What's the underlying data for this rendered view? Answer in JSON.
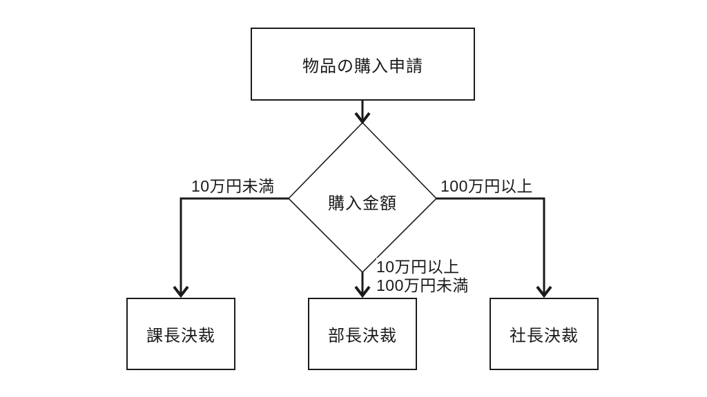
{
  "diagram": {
    "type": "flowchart",
    "background_color": "#ffffff",
    "line_color": "#1a1a1a",
    "nodes": {
      "start": {
        "label": "物品の購入申請",
        "shape": "rectangle"
      },
      "decision": {
        "label": "購入金額",
        "shape": "diamond"
      },
      "low": {
        "label": "課長決裁",
        "shape": "rectangle"
      },
      "mid": {
        "label": "部長決裁",
        "shape": "rectangle"
      },
      "high": {
        "label": "社長決裁",
        "shape": "rectangle"
      }
    },
    "edges": {
      "decision_to_low": {
        "label": "10万円未満"
      },
      "decision_to_mid": {
        "label_line1": "10万円以上",
        "label_line2": "100万円未満"
      },
      "decision_to_high": {
        "label": "100万円以上"
      }
    }
  }
}
